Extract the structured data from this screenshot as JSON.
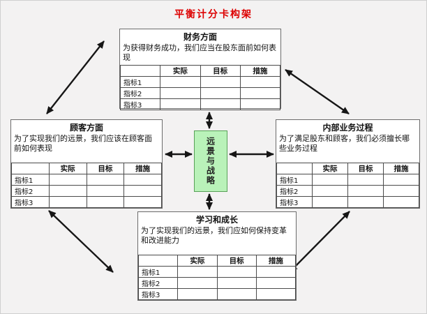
{
  "title": "平衡计分卡构架",
  "center": {
    "label": "远景与战略"
  },
  "colors": {
    "title_red": "#dd0000",
    "center_bg": "#b9f2b9",
    "arrow": "#161616"
  },
  "table": {
    "headers": [
      "实际",
      "目标",
      "措施"
    ],
    "rows": [
      "指标1",
      "指标2",
      "指标3"
    ]
  },
  "quadrants": {
    "finance": {
      "title": "财务方面",
      "desc": "为获得财务成功，我们应当在股东面前如何表现"
    },
    "customer": {
      "title": "顾客方面",
      "desc": "为了实现我们的远景，我们应该在顾客面前如何表现"
    },
    "internal": {
      "title": "内部业务过程",
      "desc": "为了满足股东和顾客，我们必须擅长哪些业务过程"
    },
    "learning": {
      "title": "学习和成长",
      "desc": "为了实现我们的远景，我们应如何保持变革和改进能力"
    }
  }
}
